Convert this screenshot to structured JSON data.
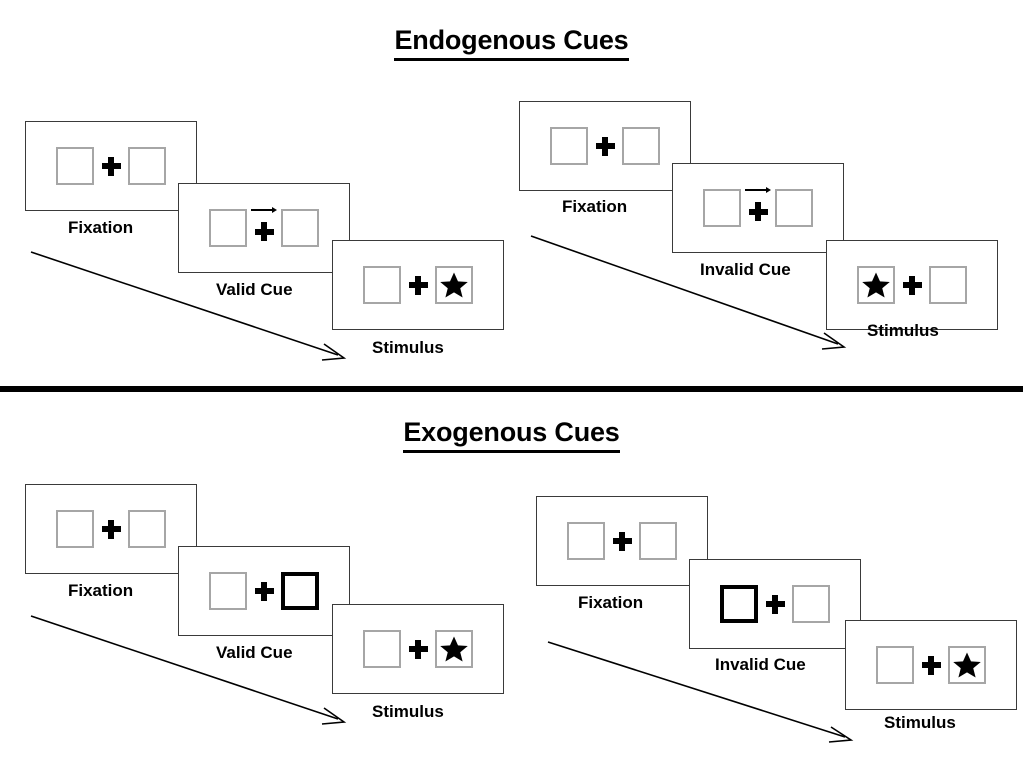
{
  "page": {
    "background": "#ffffff",
    "line_color": "#000000",
    "placeholder_border_color": "#a6a6a6",
    "cue_border_color": "#000000"
  },
  "sections": [
    {
      "id": "endogenous",
      "title": "Endogenous Cues",
      "conditions": [
        {
          "id": "endogenous-valid",
          "frames": [
            {
              "caption": "Fixation",
              "cue": "none",
              "target": "none",
              "icons": [
                "placeholder-box",
                "fixation-cross",
                "placeholder-box"
              ]
            },
            {
              "caption": "Valid Cue",
              "cue": "arrow-right",
              "target": "none",
              "icons": [
                "placeholder-box",
                "arrow-right-cue-icon",
                "fixation-cross",
                "placeholder-box"
              ]
            },
            {
              "caption": "Stimulus",
              "cue": "none",
              "target": "right",
              "icons": [
                "placeholder-box",
                "fixation-cross",
                "star-target-icon"
              ]
            }
          ],
          "flow_arrow": "diagonal-down-right"
        },
        {
          "id": "endogenous-invalid",
          "frames": [
            {
              "caption": "Fixation",
              "cue": "none",
              "target": "none",
              "icons": [
                "placeholder-box",
                "fixation-cross",
                "placeholder-box"
              ]
            },
            {
              "caption": "Invalid Cue",
              "cue": "arrow-right",
              "target": "none",
              "icons": [
                "placeholder-box",
                "arrow-right-cue-icon",
                "fixation-cross",
                "placeholder-box"
              ]
            },
            {
              "caption": "Stimulus",
              "cue": "none",
              "target": "left",
              "icons": [
                "star-target-icon",
                "fixation-cross",
                "placeholder-box"
              ]
            }
          ],
          "flow_arrow": "diagonal-down-right"
        }
      ]
    },
    {
      "id": "exogenous",
      "title": "Exogenous Cues",
      "conditions": [
        {
          "id": "exogenous-valid",
          "frames": [
            {
              "caption": "Fixation",
              "cue": "none",
              "target": "none",
              "icons": [
                "placeholder-box",
                "fixation-cross",
                "placeholder-box"
              ]
            },
            {
              "caption": "Valid Cue",
              "cue": "box-flash-right",
              "target": "none",
              "icons": [
                "placeholder-box",
                "fixation-cross",
                "cued-box-icon"
              ]
            },
            {
              "caption": "Stimulus",
              "cue": "none",
              "target": "right",
              "icons": [
                "placeholder-box",
                "fixation-cross",
                "star-target-icon"
              ]
            }
          ],
          "flow_arrow": "diagonal-down-right"
        },
        {
          "id": "exogenous-invalid",
          "frames": [
            {
              "caption": "Fixation",
              "cue": "none",
              "target": "none",
              "icons": [
                "placeholder-box",
                "fixation-cross",
                "placeholder-box"
              ]
            },
            {
              "caption": "Invalid Cue",
              "cue": "box-flash-left",
              "target": "none",
              "icons": [
                "cued-box-icon",
                "fixation-cross",
                "placeholder-box"
              ]
            },
            {
              "caption": "Stimulus",
              "cue": "none",
              "target": "right",
              "icons": [
                "placeholder-box",
                "fixation-cross",
                "star-target-icon"
              ]
            }
          ],
          "flow_arrow": "diagonal-down-right"
        }
      ]
    }
  ],
  "labels": {
    "endogenous_title": "Endogenous Cues",
    "exogenous_title": "Exogenous Cues",
    "fixation": "Fixation",
    "valid_cue": "Valid Cue",
    "invalid_cue": "Invalid Cue",
    "stimulus": "Stimulus"
  }
}
